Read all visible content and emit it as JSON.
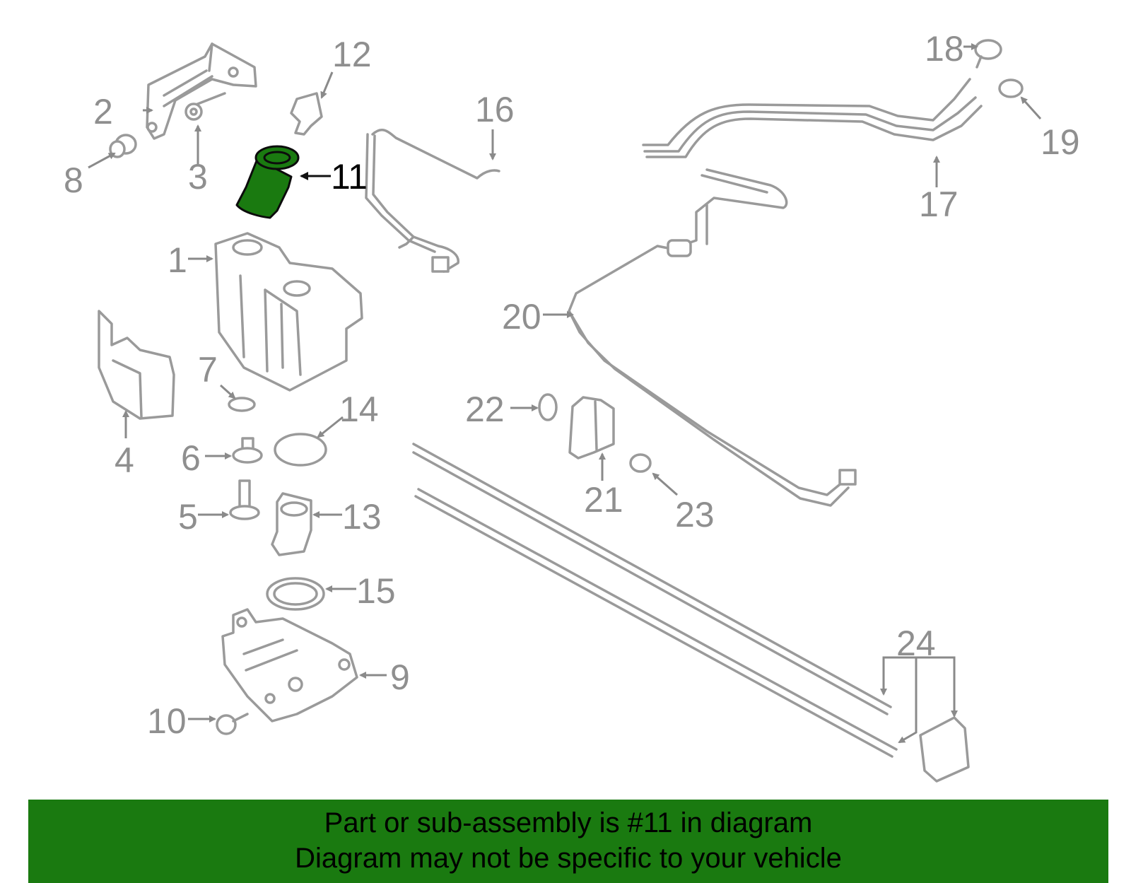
{
  "diagram": {
    "highlight_color": "#1a7a10",
    "line_color": "#9a9a9a",
    "highlighted_part": "11",
    "callouts": [
      "1",
      "2",
      "3",
      "4",
      "5",
      "6",
      "7",
      "8",
      "9",
      "10",
      "11",
      "12",
      "13",
      "14",
      "15",
      "16",
      "17",
      "18",
      "19",
      "20",
      "21",
      "22",
      "23",
      "24"
    ]
  },
  "banner": {
    "line1": "Part or sub-assembly is #11 in diagram",
    "line2": "Diagram may not be specific to your vehicle"
  }
}
